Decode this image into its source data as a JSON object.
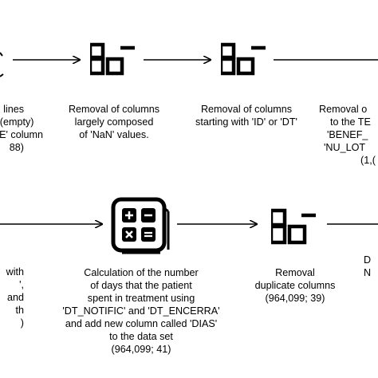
{
  "row1": {
    "left_partial": [
      "lines",
      "s (empty)",
      "CE' column",
      "88)"
    ],
    "step2": [
      "Removal of columns",
      "largely composed",
      "of 'NaN' values."
    ],
    "step3": [
      "Removal of columns",
      "starting with 'ID' or 'DT'"
    ],
    "step4_partial": [
      "Removal o",
      "to the TE",
      "'BENEF_",
      "'NU_LOT",
      "(1,("
    ]
  },
  "row2": {
    "left_partial": [
      "with",
      "',",
      "and",
      "th",
      ")"
    ],
    "step_calc": [
      "Calculation of the number",
      "of days that the patient",
      "spent in treatment using",
      "'DT_NOTIFIC' and 'DT_ENCERRA'",
      "and add new column called 'DIAS'",
      "to the data set",
      "(964,099; 41)"
    ],
    "step_dup": [
      "Removal",
      "duplicate columns",
      "(964,099; 39)"
    ],
    "right_partial": [
      "D",
      "N"
    ]
  },
  "icons": {
    "grid": "column-table-icon",
    "calc": "calculator-icon"
  },
  "colors": {
    "ink": "#000000",
    "background": "#ffffff"
  }
}
